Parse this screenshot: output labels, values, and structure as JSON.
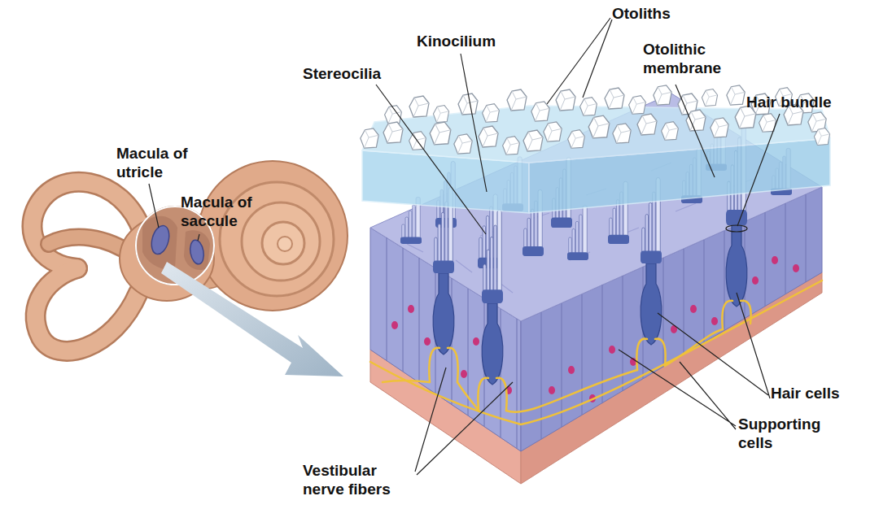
{
  "diagram": {
    "labels": [
      "Otoliths",
      "Kinocilium",
      "Otolithic membrane",
      "Stereocilia",
      "Hair bundle",
      "Macula of utricle",
      "Macula of saccule",
      "Hair cells",
      "Supporting cells",
      "Vestibular nerve fibers"
    ]
  }
}
